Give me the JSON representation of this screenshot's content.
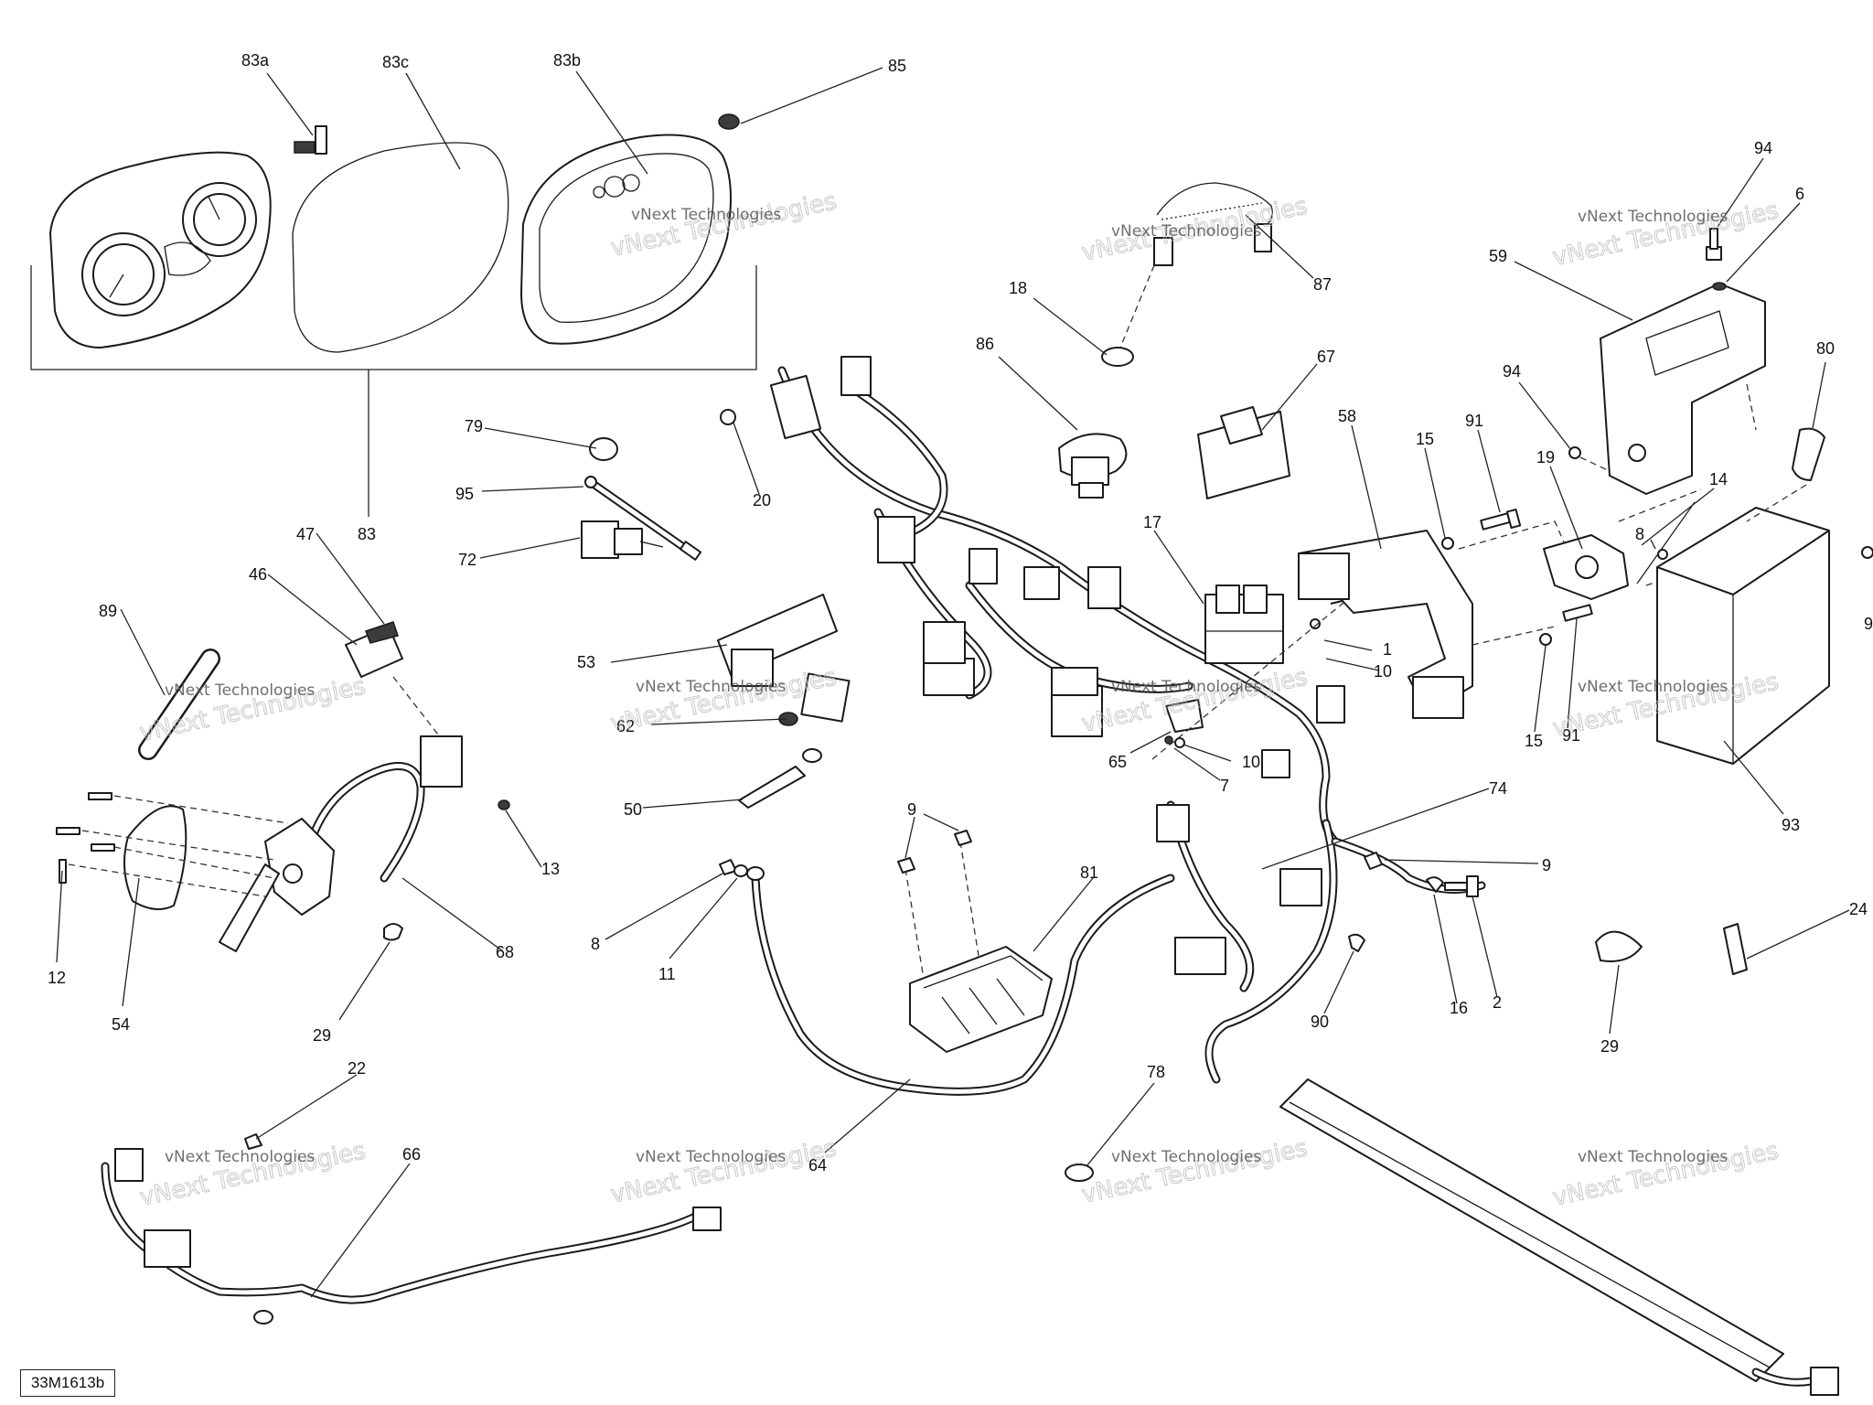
{
  "diagram": {
    "reference_code": "33M1613b",
    "watermark_text": "vNext Technologies",
    "watermark_text_large": "vNext Technologies",
    "callouts": {
      "c83a": "83a",
      "c83c": "83c",
      "c83b": "83b",
      "c85": "85",
      "c83": "83",
      "c79": "79",
      "c95": "95",
      "c72": "72",
      "c20": "20",
      "c18": "18",
      "c86": "86",
      "c87": "87",
      "c67": "67",
      "c58": "58",
      "c15a": "15",
      "c91a": "91",
      "c94a": "94",
      "c6": "6",
      "c59": "59",
      "c94b": "94",
      "c19": "19",
      "c14": "14",
      "c80": "80",
      "c8a": "8",
      "c9a": "9",
      "c47": "47",
      "c46": "46",
      "c89": "89",
      "c53": "53",
      "c62": "62",
      "c17": "17",
      "c1": "1",
      "c10a": "10",
      "c10b": "10",
      "c65": "65",
      "c7": "7",
      "c15b": "15",
      "c91b": "91",
      "c93": "93",
      "c50": "50",
      "c13": "13",
      "c68": "68",
      "c12": "12",
      "c54": "54",
      "c29a": "29",
      "c9b": "9",
      "c81": "81",
      "c8b": "8",
      "c11": "11",
      "c74": "74",
      "c9c": "9",
      "c16": "16",
      "c2": "2",
      "c90": "90",
      "c29b": "29",
      "c24": "24",
      "c22": "22",
      "c66": "66",
      "c64": "64",
      "c78": "78"
    }
  }
}
